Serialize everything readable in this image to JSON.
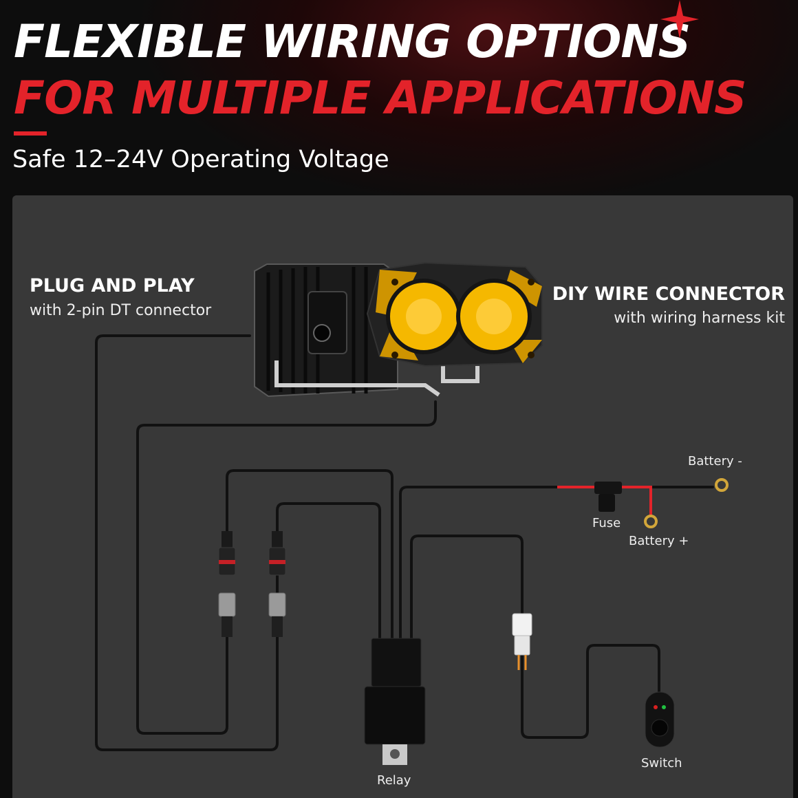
{
  "hero": {
    "title_line1": "FLEXIBLE WIRING OPTIONS",
    "title_line2": "FOR MULTIPLE APPLICATIONS",
    "subtitle": "Safe 12–24V Operating Voltage"
  },
  "labels": {
    "plug_title": "PLUG AND PLAY",
    "plug_sub": "with 2-pin DT connector",
    "diy_title": "DIY WIRE CONNECTOR",
    "diy_sub": "with wiring harness kit",
    "battery_neg": "Battery -",
    "fuse": "Fuse",
    "battery_pos": "Battery +",
    "relay": "Relay",
    "switch": "Switch"
  },
  "colors": {
    "accent_red": "#e3232a",
    "panel_bg": "#383838",
    "lens_amber": "#f5b800",
    "wire": "#111111"
  },
  "icons": {
    "sparkle": "four-point-star-icon",
    "light": "dual-lens-led-pod-icon",
    "relay": "relay-icon",
    "switch": "rocker-switch-icon",
    "connector": "dt-connector-icon",
    "fuse": "inline-fuse-icon",
    "ring": "ring-terminal-icon"
  }
}
